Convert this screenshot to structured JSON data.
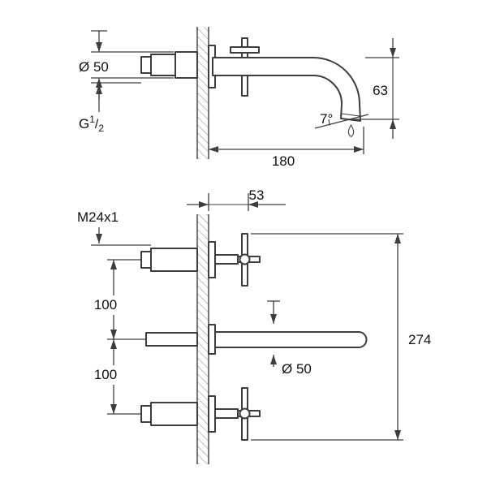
{
  "page": {
    "background": "#ffffff"
  },
  "drawing": {
    "type": "technical-dimension-drawing",
    "subject": "wall-mounted-3-hole-basin-faucet",
    "views": {
      "side": {
        "escutcheon_diameter": "Ø 50",
        "thread": {
          "prefix": "G",
          "numerator": "1",
          "slash": "/",
          "denominator": "2"
        },
        "spout_drop_height": "63",
        "spout_angle": "7°",
        "spout_reach": "180"
      },
      "front": {
        "valve_thread": "M24x1",
        "handle_projection": "53",
        "upper_spacing": "100",
        "lower_spacing": "100",
        "escutcheon_diameter": "Ø 50",
        "overall_height": "274"
      }
    },
    "colors": {
      "line": "#3d3d3d",
      "text": "#111111",
      "background": "#ffffff"
    }
  }
}
